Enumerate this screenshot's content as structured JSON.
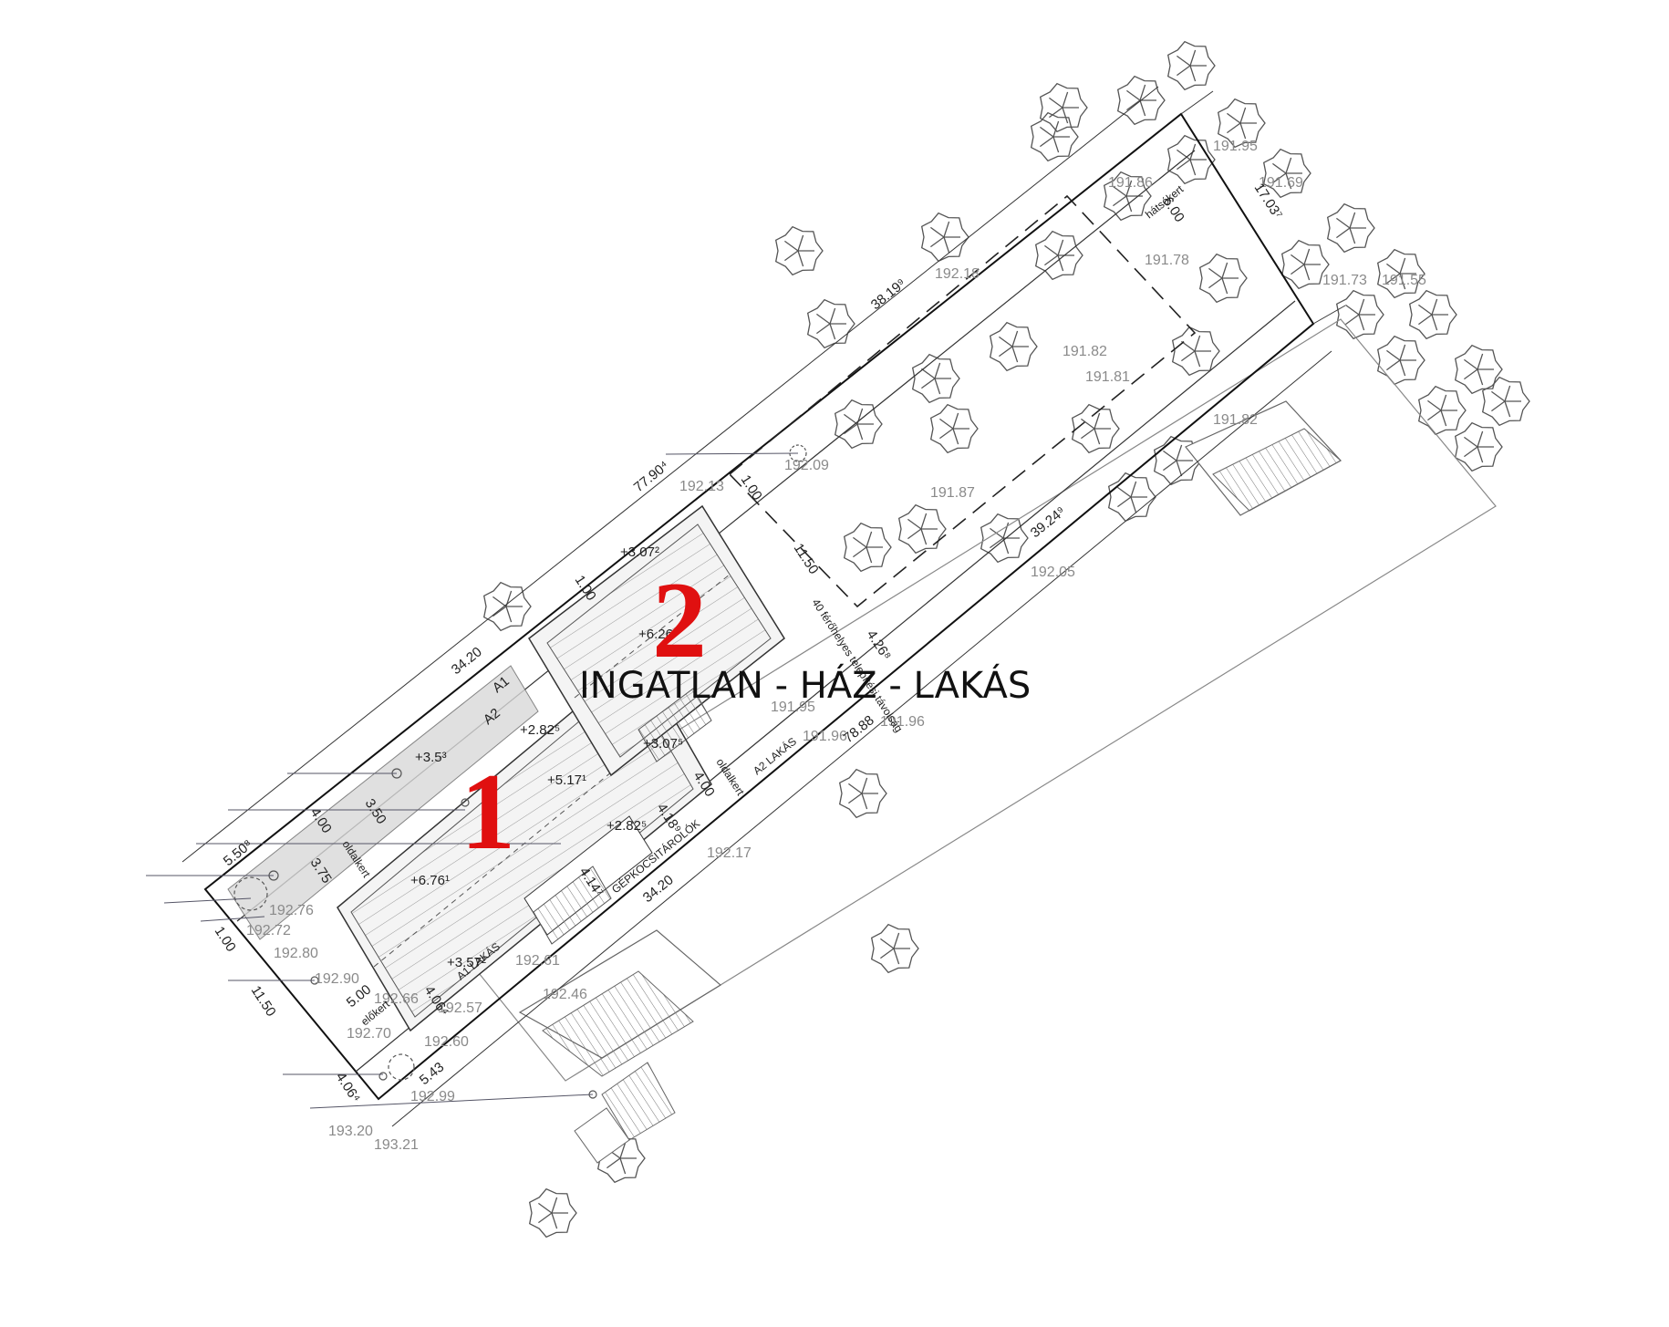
{
  "banner": "INGATLAN - HÁZ - LAKÁS",
  "markers": {
    "one": "1",
    "two": "2"
  },
  "labels": {
    "a1": "A1",
    "a2": "A2",
    "a1_lakas": "A1 LAKÁS",
    "a2_lakas": "A2 LAKÁS",
    "gepkocsitarolok": "GÉPKOCSITÁROLÓK",
    "elokert": "előkert",
    "oldalkert": "oldalkert",
    "oldalkert2": "oldalkert",
    "hatsokert": "hátsókert",
    "telepites": "40 férőhelyes telepítési távolság"
  },
  "dimensions": {
    "d77_90": "77.90⁴",
    "d38_19": "38.19⁹",
    "d34_20_top": "34.20",
    "d39_24": "39.24⁹",
    "d78_88": "78.88",
    "d34_20_bot": "34.20",
    "d17_03": "17.03⁷",
    "d6_00": "6.00",
    "d11_50": "11.50",
    "d11_50b": "11.50",
    "d5_50": "5.50⁸",
    "d5_00": "5.00",
    "d5_43": "5.43",
    "d4_00a": "4.00",
    "d4_00b": "4.00",
    "d3_50": "3.50",
    "d3_75": "3.75",
    "d1_00a": "1.00",
    "d1_00b": "1.00",
    "d1_00c": "1.00",
    "d4_26": "4.26⁸",
    "d4_18": "4.18⁹",
    "d4_06a": "4.06⁴",
    "d4_06b": "4.06⁴",
    "d4_14": "4.14⁷"
  },
  "heights": {
    "h3_07a": "+3.07²",
    "h6_26": "+6.26¹",
    "h2_82a": "+2.82⁵",
    "h5_17": "+5.17¹",
    "h3_07b": "+3.07⁵",
    "h2_82b": "+2.82⁵",
    "h6_76": "+6.76¹",
    "h3_57": "+3.57²",
    "h3_53": "+3.5³"
  },
  "elevations": [
    "191.95",
    "191.86",
    "191.69",
    "191.78",
    "191.73",
    "191.55",
    "192.18",
    "191.82",
    "191.81",
    "191.82",
    "192.09",
    "192.13",
    "191.87",
    "192.05",
    "191.95",
    "191.96",
    "191.96",
    "192.17",
    "192.80",
    "192.90",
    "192.70",
    "192.60",
    "192.46",
    "192.57",
    "192.99",
    "193.20",
    "193.21",
    "192.76",
    "192.72",
    "192.66",
    "192.61"
  ]
}
